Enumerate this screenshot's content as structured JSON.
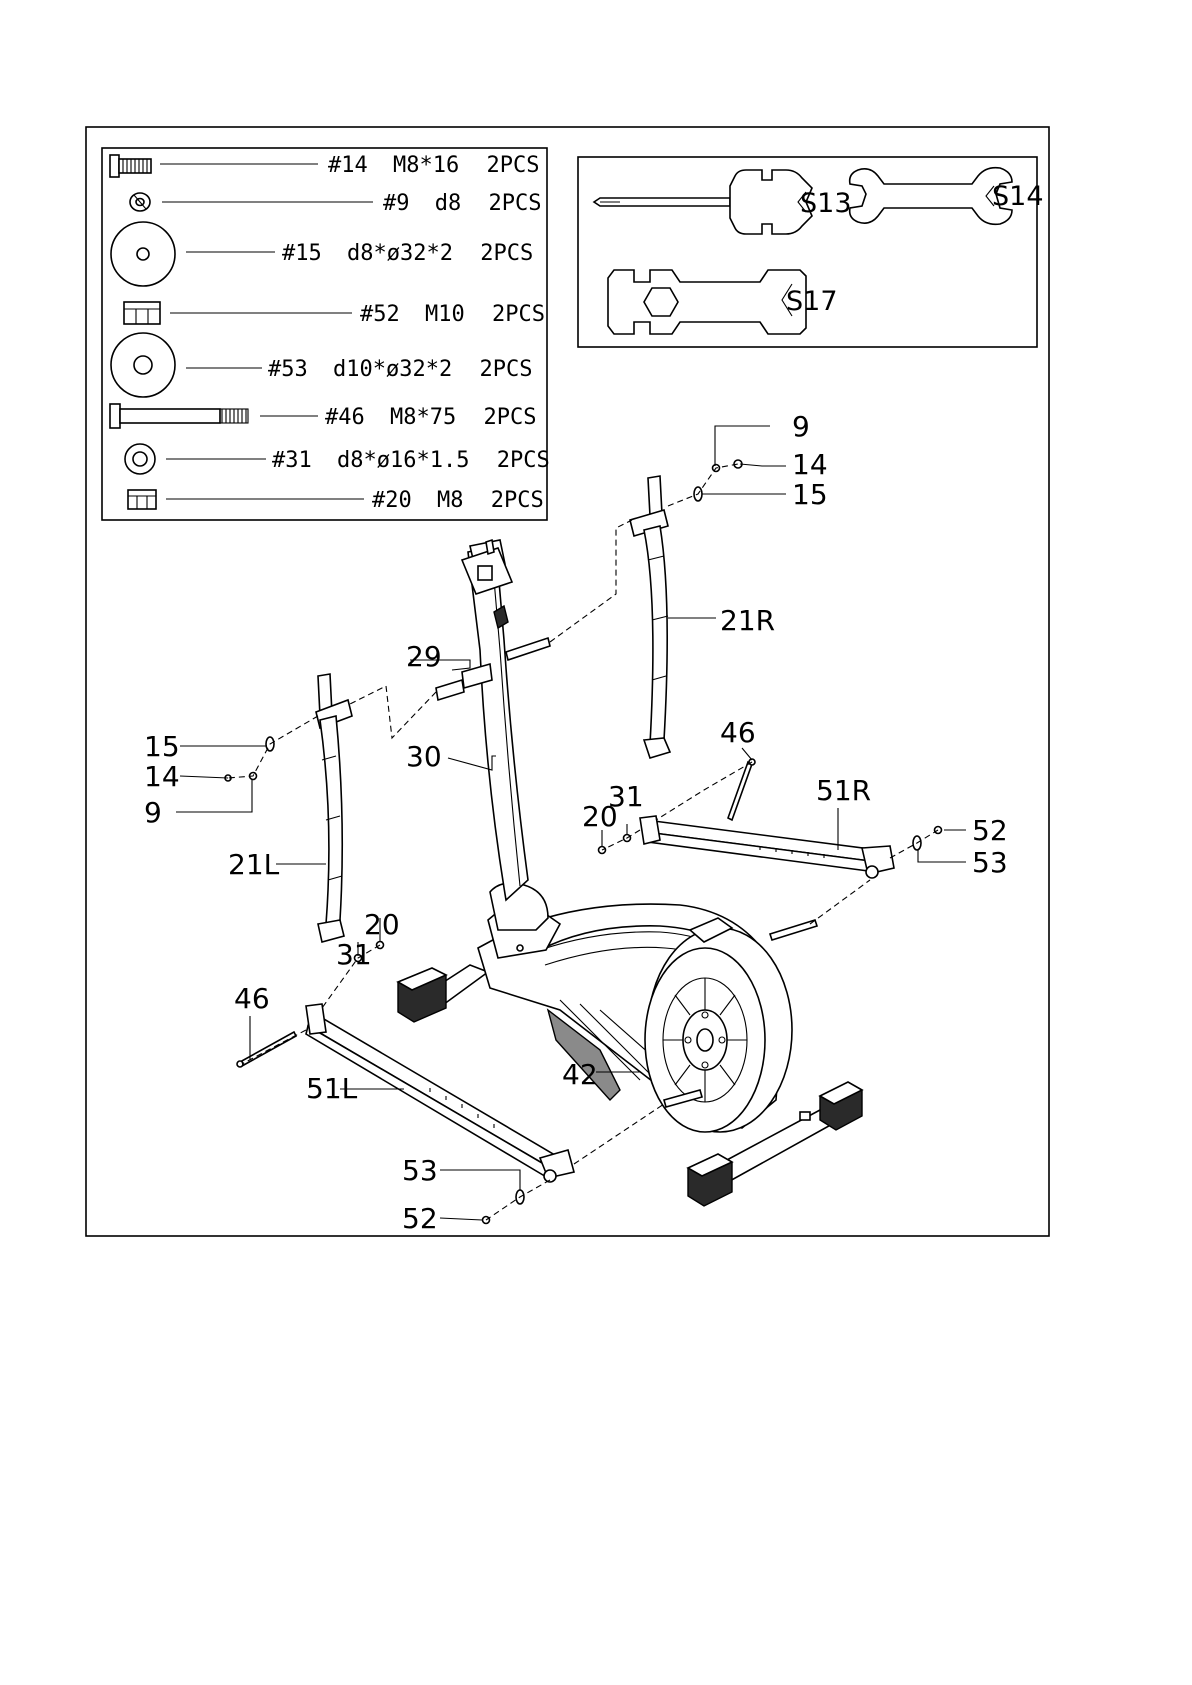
{
  "hardware": [
    {
      "number": "#14",
      "spec": "M8*16",
      "qty": "2PCS",
      "icon": "bolt-short-icon"
    },
    {
      "number": "#9",
      "spec": "d8",
      "qty": "2PCS",
      "icon": "spring-washer-icon"
    },
    {
      "number": "#15",
      "spec": "d8*ø32*2",
      "qty": "2PCS",
      "icon": "large-washer-icon"
    },
    {
      "number": "#52",
      "spec": "M10",
      "qty": "2PCS",
      "icon": "nut-icon"
    },
    {
      "number": "#53",
      "spec": "d10*ø32*2",
      "qty": "2PCS",
      "icon": "large-washer-icon"
    },
    {
      "number": "#46",
      "spec": "M8*75",
      "qty": "2PCS",
      "icon": "bolt-long-icon"
    },
    {
      "number": "#31",
      "spec": "d8*ø16*1.5",
      "qty": "2PCS",
      "icon": "flat-washer-icon"
    },
    {
      "number": "#20",
      "spec": "M8",
      "qty": "2PCS",
      "icon": "nut-icon"
    }
  ],
  "tools": [
    {
      "label": "S13",
      "icon": "screwdriver-wrench-icon"
    },
    {
      "label": "S14",
      "icon": "open-end-wrench-icon"
    },
    {
      "label": "S17",
      "icon": "combination-wrench-icon"
    }
  ],
  "callouts": {
    "right_9": "9",
    "right_14": "14",
    "right_15": "15",
    "right_21R": "21R",
    "left_15": "15",
    "left_14": "14",
    "left_9": "9",
    "left_21L": "21L",
    "mast_29": "29",
    "mast_30": "30",
    "r_46": "46",
    "r_31": "31",
    "r_20": "20",
    "r_51R": "51R",
    "r_52": "52",
    "r_53": "53",
    "l_20": "20",
    "l_31": "31",
    "l_46": "46",
    "l_51L": "51L",
    "l_42": "42",
    "l_53": "53",
    "l_52": "52"
  }
}
